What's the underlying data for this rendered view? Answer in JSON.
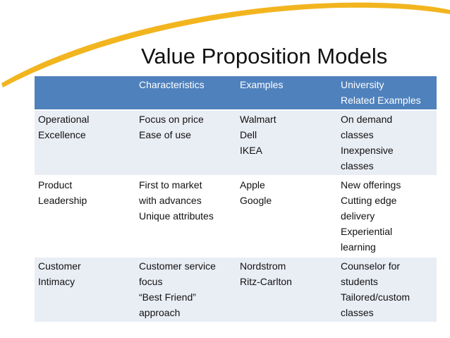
{
  "title": "Value Proposition Models",
  "colors": {
    "header_bg": "#4f81bd",
    "alt_row_bg": "#e9edf4",
    "swoosh": "#f2b51f"
  },
  "table": {
    "headers": [
      [],
      [
        "Characteristics"
      ],
      [
        "Examples"
      ],
      [
        "University",
        "Related Examples"
      ]
    ],
    "rows": [
      {
        "cells": [
          [
            "Operational",
            "Excellence"
          ],
          [
            "Focus on price",
            "Ease of use"
          ],
          [
            "Walmart",
            "Dell",
            "IKEA"
          ],
          [
            "On demand",
            "classes",
            "Inexpensive",
            "classes"
          ]
        ]
      },
      {
        "cells": [
          [
            "Product",
            "Leadership"
          ],
          [
            "First to market",
            "with advances",
            "Unique attributes"
          ],
          [
            "Apple",
            "Google"
          ],
          [
            "New offerings",
            "Cutting edge",
            "delivery",
            "Experiential",
            "learning"
          ]
        ]
      },
      {
        "cells": [
          [
            "Customer",
            "Intimacy"
          ],
          [
            "Customer service",
            "focus",
            "“Best Friend”",
            "approach"
          ],
          [
            "Nordstrom",
            "Ritz-Carlton"
          ],
          [
            "Counselor for",
            "students",
            "Tailored/custom",
            "classes"
          ]
        ]
      }
    ]
  }
}
